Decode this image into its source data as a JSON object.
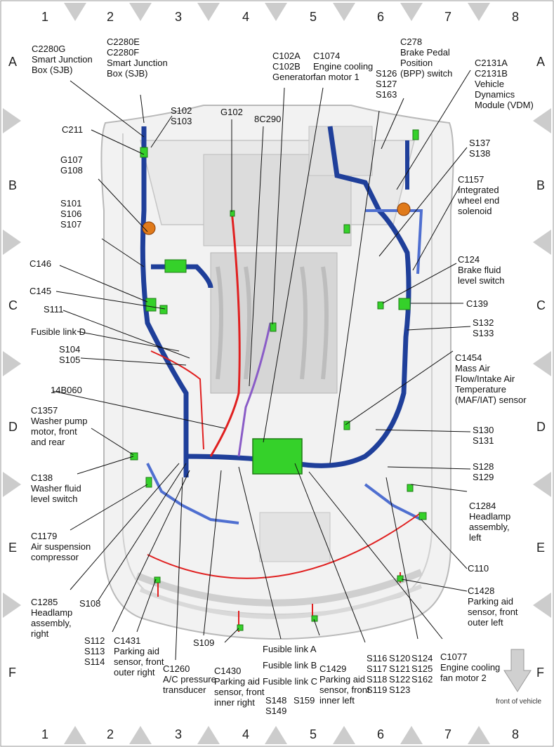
{
  "colors": {
    "harness": "#1f3f9a",
    "harness_light": "#4f6fd0",
    "connector": "#35d12a",
    "red_wire": "#e02020",
    "purple_wire": "#8a5cc7",
    "orange": "#e07a1a",
    "border_tri": "#cccccc"
  },
  "grid": {
    "columns": [
      "1",
      "2",
      "3",
      "4",
      "5",
      "6",
      "7",
      "8"
    ],
    "rows": [
      "A",
      "B",
      "C",
      "D",
      "E",
      "F"
    ]
  },
  "labels": {
    "c2280g": "C2280G\nSmart Junction\nBox (SJB)",
    "c2280e": "C2280E\nC2280F\nSmart Junction\nBox (SJB)",
    "s102": "S102\nS103",
    "c211": "C211",
    "g107": "G107\nG108",
    "s101": "S101\nS106\nS107",
    "c146": "C146",
    "c145": "C145",
    "s111": "S111",
    "fusd": "Fusible link D",
    "s104": "S104\nS105",
    "b14060": "14B060",
    "c1357": "C1357\nWasher pump\nmotor, front\nand rear",
    "c138": "C138\nWasher fluid\nlevel switch",
    "c1179": "C1179\nAir suspension\ncompressor",
    "c1285": "C1285\nHeadlamp\nassembly,\nright",
    "s108": "S108",
    "s112": "S112\nS113\nS114",
    "c1431": "C1431\nParking aid\nsensor, front\nouter right",
    "c1260": "C1260\nA/C pressure\ntransducer",
    "s109": "S109",
    "c1430": "C1430\nParking aid\nsensor, front\ninner right",
    "fusA": "Fusible link A",
    "fusB": "Fusible link B",
    "fusC": "Fusible link C",
    "s148": "S148\nS149",
    "s159": "S159",
    "c1429": "C1429\nParking aid\nsensor, front\ninner left",
    "s116": "S116\nS117\nS118\nS119",
    "s120": "S120\nS121\nS122\nS123",
    "s124": "S124\nS125\nS162",
    "c1077": "C1077\nEngine cooling\nfan motor 2",
    "g102": "G102",
    "c8c290": "8C290",
    "c102a": "C102A\nC102B\nGenerator",
    "c1074": "C1074\nEngine cooling\nfan motor 1",
    "s126": "S126\nS127\nS163",
    "c278": "C278\nBrake Pedal\nPosition\n(BPP) switch",
    "c2131": "C2131A\nC2131B\nVehicle\nDynamics\nModule (VDM)",
    "s137": "S137\nS138",
    "c1157": "C1157\nIntegrated\nwheel end\nsolenoid",
    "c124": "C124\nBrake fluid\nlevel switch",
    "c139": "C139",
    "s132": "S132\nS133",
    "c1454": "C1454\nMass Air\nFlow/Intake Air\nTemperature\n(MAF/IAT) sensor",
    "s130": "S130\nS131",
    "s128": "S128\nS129",
    "c1284": "C1284\nHeadlamp\nassembly,\nleft",
    "c110": "C110",
    "c1428": "C1428\nParking aid\nsensor, front\nouter left",
    "front": "front of vehicle"
  }
}
